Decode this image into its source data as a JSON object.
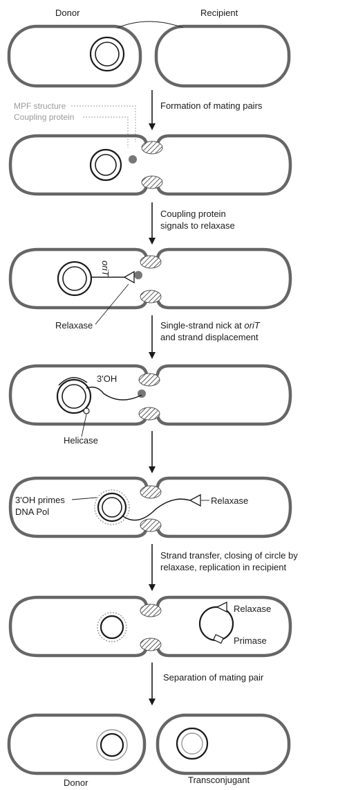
{
  "cells": {
    "top_donor": "Donor",
    "top_recipient": "Recipient",
    "bottom_donor": "Donor",
    "bottom_transconjugant": "Transconjugant"
  },
  "steps": [
    {
      "line1": "Formation of mating pairs",
      "line2": ""
    },
    {
      "line1": "Coupling protein",
      "line2": "signals to relaxase"
    },
    {
      "line1": "Single-strand nick at",
      "italic": "oriT",
      "line2": "and strand displacement"
    },
    {
      "line1": "",
      "line2": ""
    },
    {
      "line1": "Strand transfer, closing of circle by",
      "line2": "relaxase, replication in recipient"
    },
    {
      "line1": "Separation of mating pair",
      "line2": ""
    }
  ],
  "labels": {
    "mpf_structure": "MPF structure",
    "coupling_protein": "Coupling protein",
    "relaxase_stage3": "Relaxase",
    "orit": "oriT",
    "three_oh": "3'OH",
    "helicase": "Helicase",
    "primes_line1": "3'OH primes",
    "primes_line2": "DNA Pol",
    "relaxase_stage5": "Relaxase",
    "relaxase_stage6": "Relaxase",
    "primase": "Primase"
  }
}
